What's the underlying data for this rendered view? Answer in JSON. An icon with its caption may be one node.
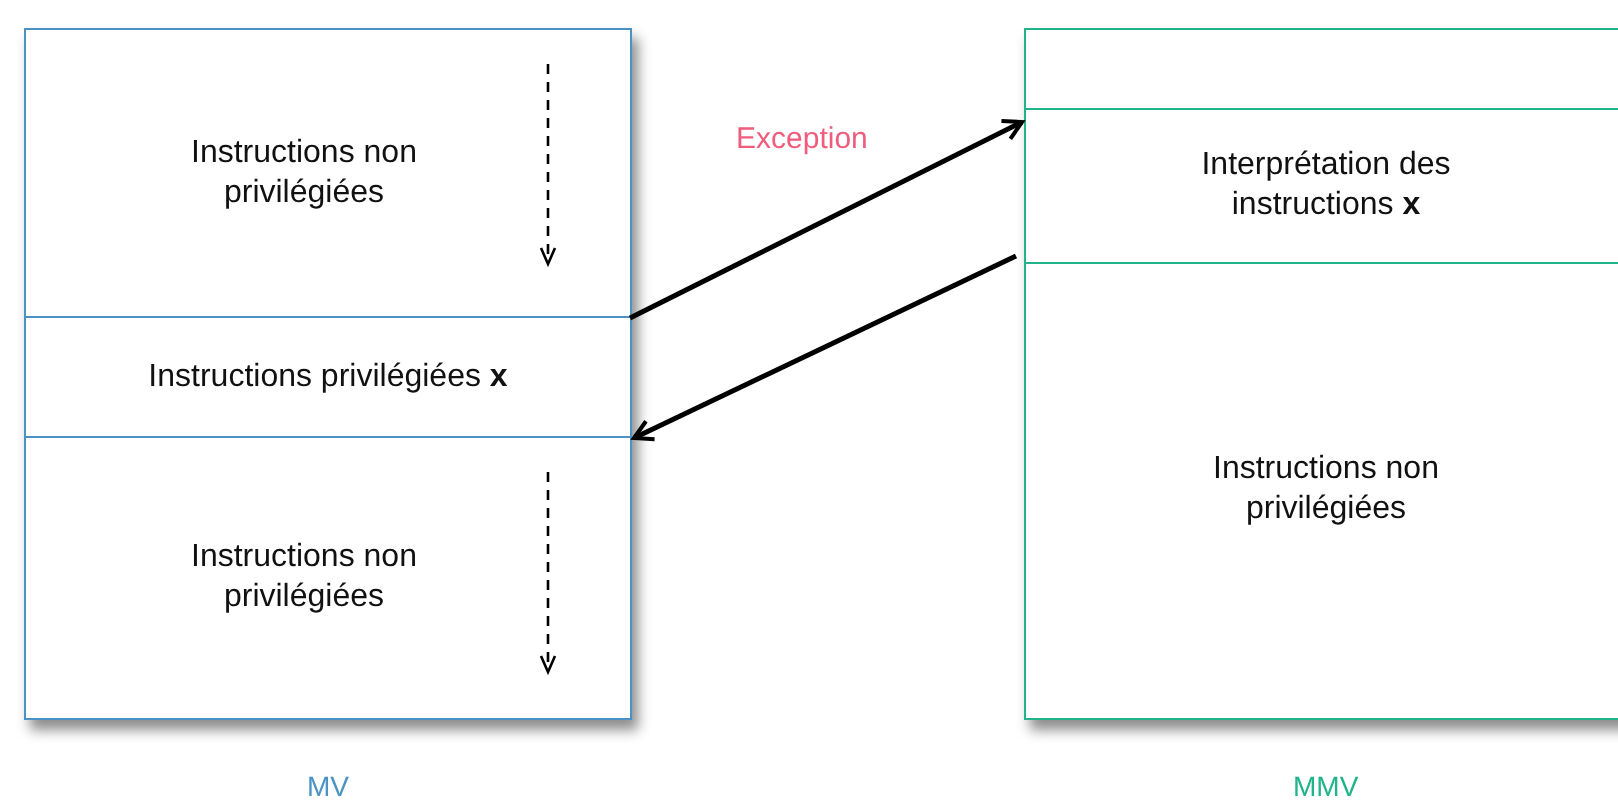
{
  "diagram": {
    "nodes": [
      {
        "text": [],
        "shape": "box",
        "beside": [
          "MV"
        ]
      },
      {
        "text": [
          "Instructions non privilégiées"
        ],
        "in": 0
      },
      {
        "text": [
          "Instructions privilégiées **x**"
        ],
        "in": 0
      },
      {
        "text": [
          "Instructions non privilégiées"
        ],
        "in": 0
      },
      {
        "text": [],
        "shape": "box",
        "beside": [
          "MMV"
        ]
      },
      {
        "text": [],
        "shape": "box",
        "in": 4
      },
      {
        "text": [
          "Interprétation des instructions **x**"
        ],
        "in": 4
      },
      {
        "text": [
          "Instructions non privilégiées"
        ],
        "in": 4
      }
    ],
    "edges": [
      {
        "from": 2,
        "to": 6,
        "arrow": "to",
        "label": "Exception"
      },
      {
        "from": 6,
        "to": 2,
        "arrow": "to"
      }
    ]
  }
}
